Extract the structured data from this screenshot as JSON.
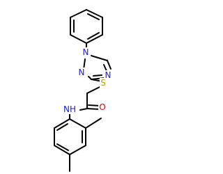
{
  "molecule": {
    "atoms": {
      "n1": "N",
      "n2": "N",
      "n4": "N",
      "s": "S",
      "o": "O",
      "nh": "NH"
    },
    "colors": {
      "bond": "#000000",
      "nitrogen": "#2020d8",
      "sulfur": "#b8a000",
      "oxygen": "#e00000",
      "background": "#ffffff"
    }
  }
}
